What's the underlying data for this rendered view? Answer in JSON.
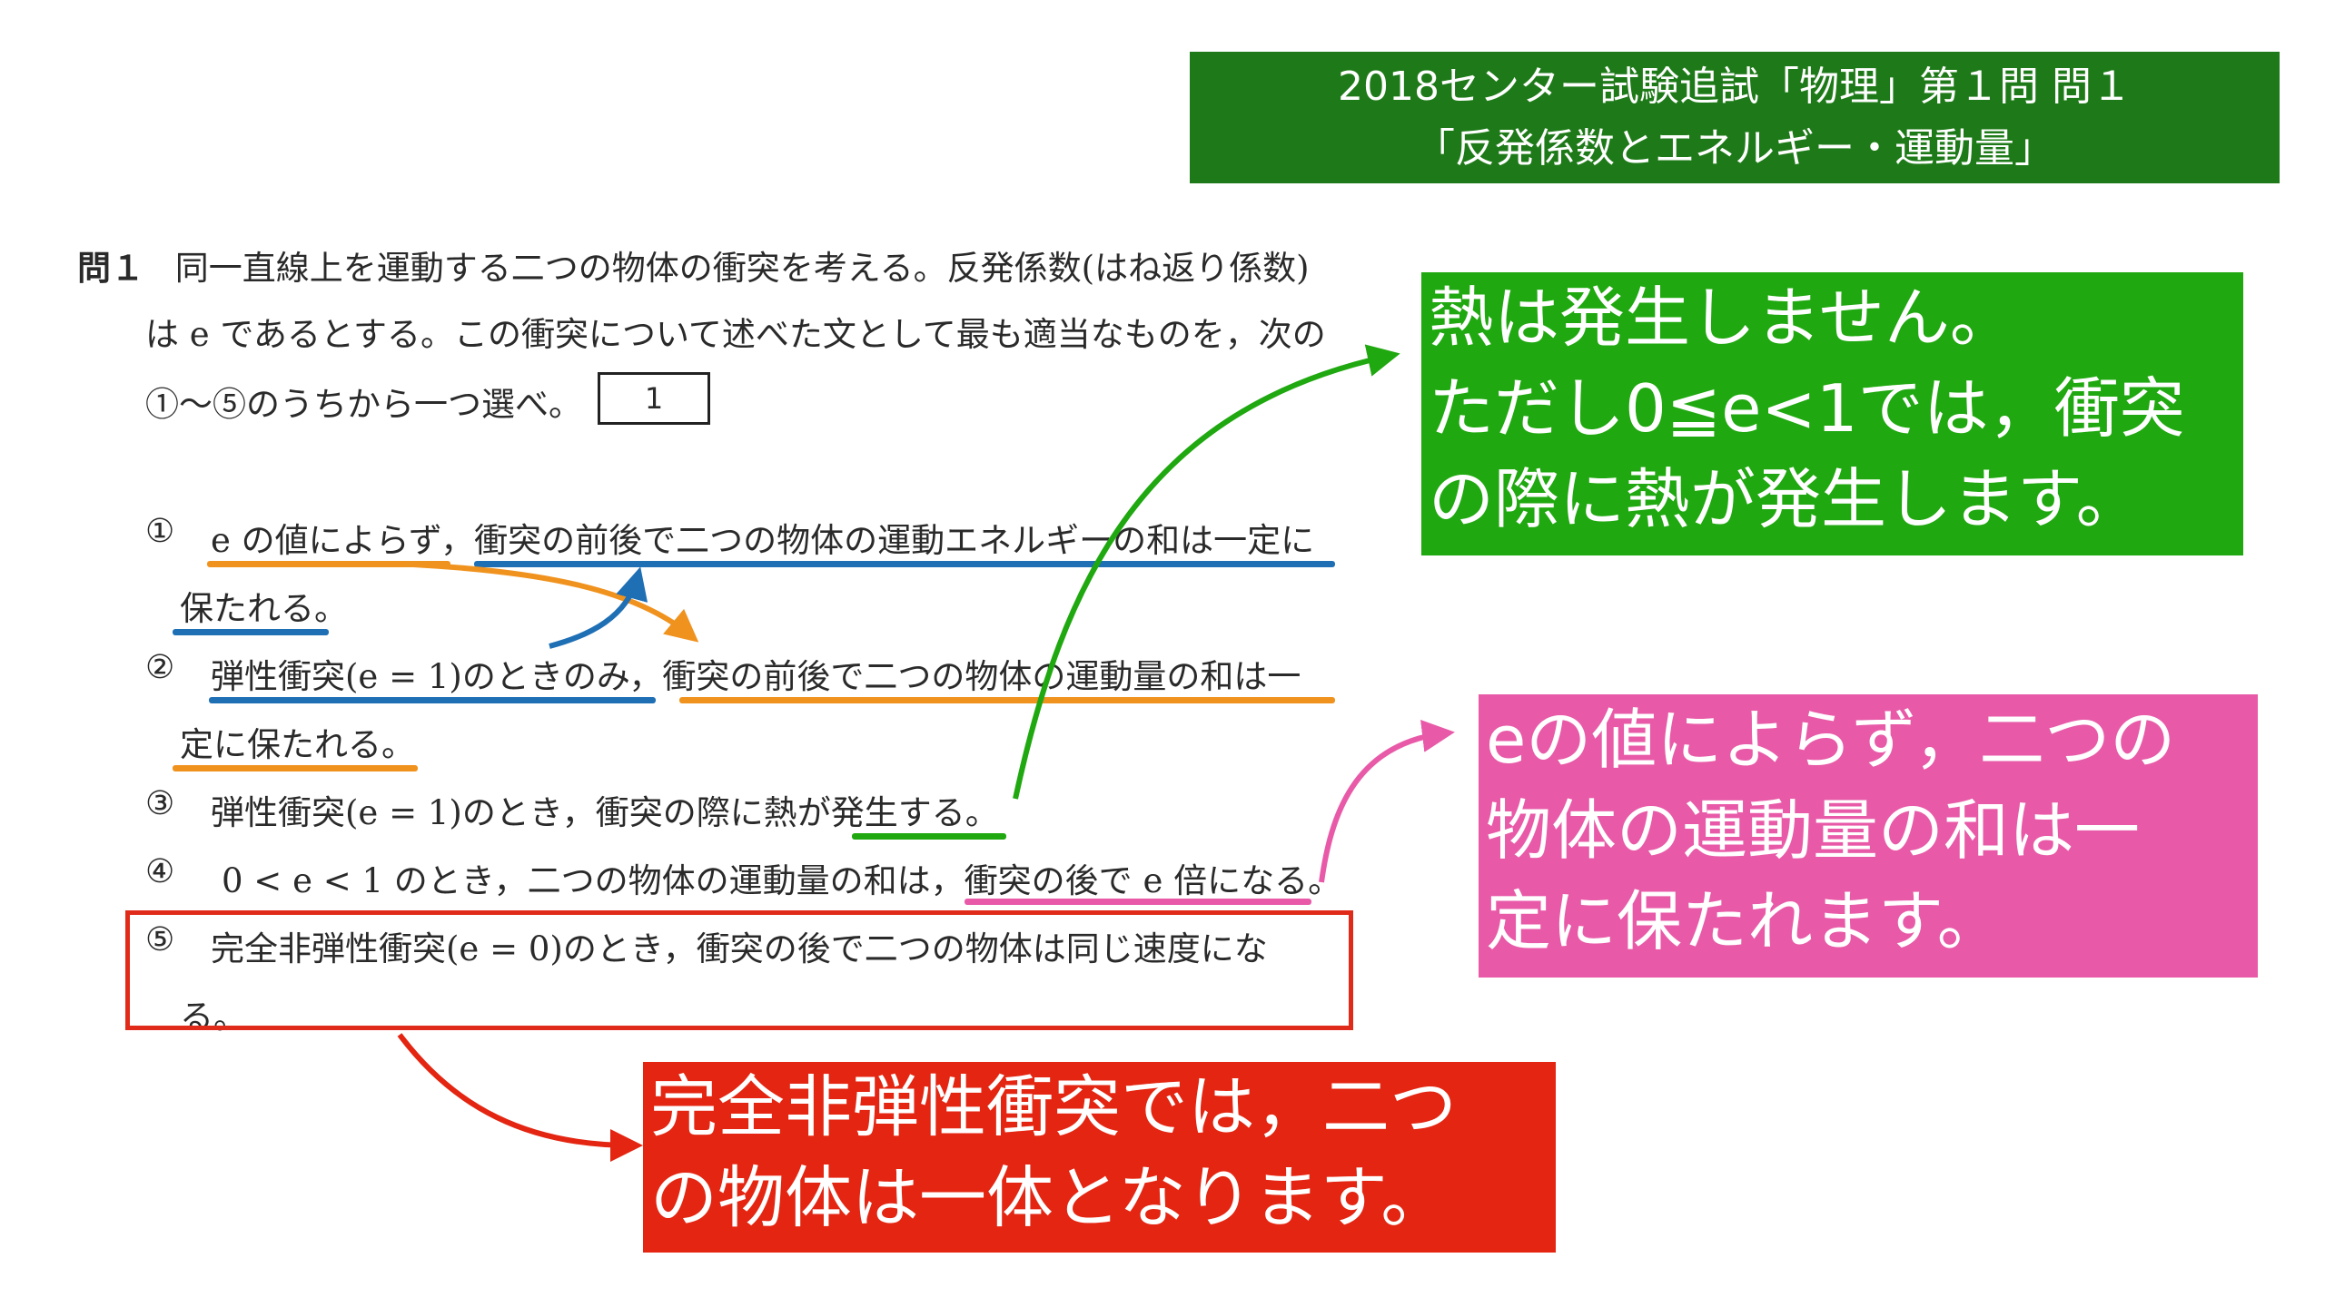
{
  "header": {
    "line1": "2018センター試験追試「物理」第１問 問１",
    "line2": "「反発係数とエネルギー・運動量」"
  },
  "question": {
    "label": "問１",
    "line1": "同一直線上を運動する二つの物体の衝突を考える。反発係数(はね返り係数)",
    "line2": "は e であるとする。この衝突について述べた文として最も適当なものを，次の",
    "line3": "①〜⑤のうちから一つ選べ。",
    "answer_box": "1"
  },
  "choices": [
    {
      "num": "①",
      "line1": "e の値によらず，衝突の前後で二つの物体の運動エネルギーの和は一定に",
      "line2": "保たれる。"
    },
    {
      "num": "②",
      "line1": "弾性衝突(e = 1)のときのみ，衝突の前後で二つの物体の運動量の和は一",
      "line2": "定に保たれる。"
    },
    {
      "num": "③",
      "line1": "弾性衝突(e = 1)のとき，衝突の際に熱が発生する。"
    },
    {
      "num": "④",
      "line1": "0 < e < 1 のとき，二つの物体の運動量の和は，衝突の後で e 倍になる。"
    },
    {
      "num": "⑤",
      "line1": "完全非弾性衝突(e = 0)のとき，衝突の後で二つの物体は同じ速度にな",
      "line2": "る。"
    }
  ],
  "callouts": {
    "green": {
      "line1": "熱は発生しません。",
      "line2": "ただし0≦e<1では，衝突",
      "line3": "の際に熱が発生します。",
      "color": "#1fa80f"
    },
    "pink": {
      "line1": "eの値によらず，二つの",
      "line2": "物体の運動量の和は一",
      "line3": "定に保たれます。",
      "color": "#e85aa8"
    },
    "red": {
      "line1": "完全非弾性衝突では，二つ",
      "line2": "の物体は一体となります。",
      "color": "#e32511"
    }
  },
  "colors": {
    "header_bg": "#1e7a18",
    "underline_orange": "#f0921e",
    "underline_blue": "#1f6fb5",
    "underline_green": "#1fa80f",
    "underline_pink": "#e85aa8",
    "frame_red": "#e02b1a"
  }
}
